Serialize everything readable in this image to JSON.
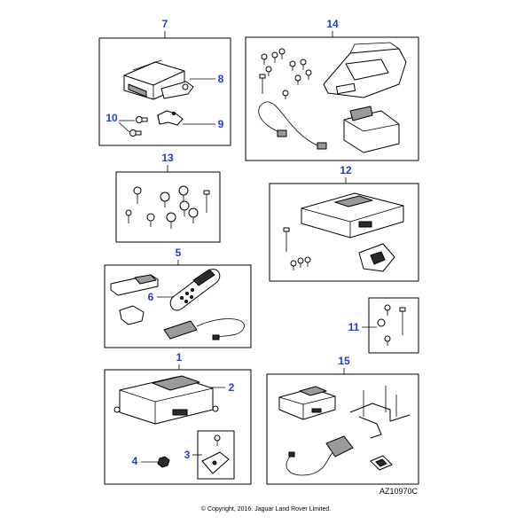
{
  "diagram": {
    "reference_code": "AZ10970C",
    "copyright": "© Copyright, 2016. Jaguar Land Rover Limited.",
    "callouts": {
      "c1": "1",
      "c2": "2",
      "c3": "3",
      "c4": "4",
      "c5": "5",
      "c6": "6",
      "c7": "7",
      "c8": "8",
      "c9": "9",
      "c10": "10",
      "c11": "11",
      "c12": "12",
      "c13": "13",
      "c14": "14",
      "c15": "15"
    },
    "callout_color": "#1a3ed6"
  }
}
